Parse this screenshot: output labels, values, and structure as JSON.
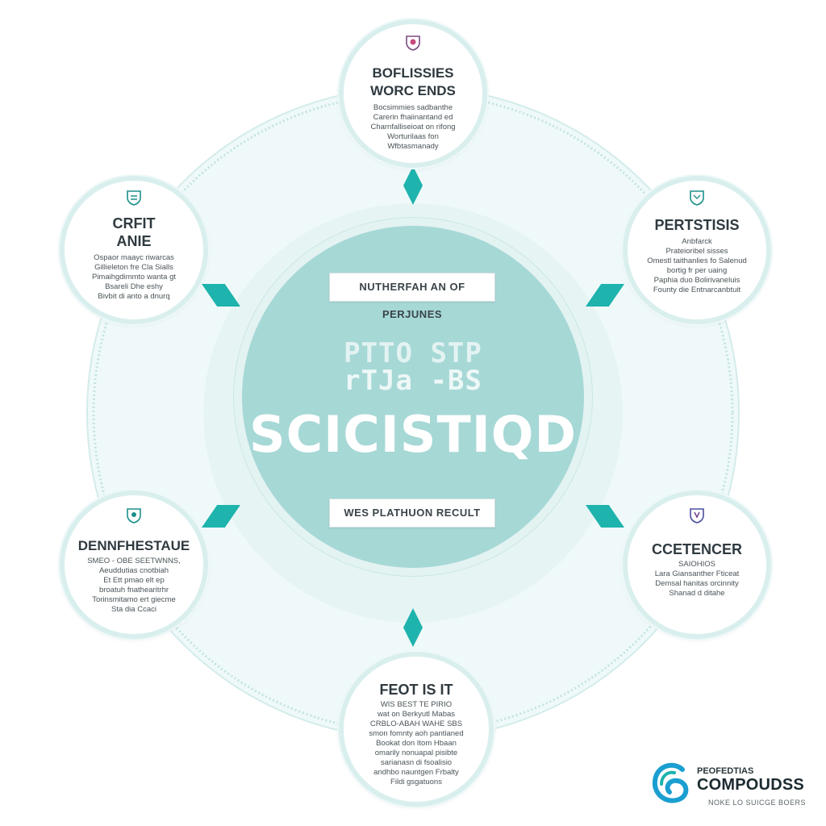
{
  "hub": {
    "top_label": "NUTHERFAH AN OF PERJUNES",
    "line1": "PTTO STP",
    "line2": "rTJa -BS",
    "title": "SCICISTIQD",
    "bottom_label": "WES PLATHUON RECULT"
  },
  "nodes": [
    {
      "id": "top",
      "title": "BOFLISSIES\nWORC ENDS",
      "body": "Bocsimmies sadbanthe\nCarerin fhaiinantand ed\nCharnfalliseioat on rifong\nWorturilaas fon\nWfbtasmanady"
    },
    {
      "id": "upper-left",
      "title": "CRFIT\nANIE",
      "body": "Ospaor maayc riwarcas\nGillieleton fre Cla Sialls\nPimaihgdimmto wanta gt\nBsareli Dhe eshy\nBivbit di anto a dnurq"
    },
    {
      "id": "upper-right",
      "title": "PERTSTISIS",
      "body": "Anbfarck\nPrateioribel sisses\nOmestl taithanlies fo Salenud\nbortig fr per uaing\nPaphia duo Bolirivaneluis\nFounty die Entnarcanbtuit"
    },
    {
      "id": "lower-left",
      "title": "DENNFHESTAUE",
      "body": "SMEO - OBE SEETWNNS,\nAeuddutias cnotbiah\nEt Ett pmao elt ep\nbroatuh fnathearitrhr\nTorinsmitamo ert giecme\nSta dia Ccaci"
    },
    {
      "id": "lower-right",
      "title": "CCETENCER",
      "body": "SAIOHIOS\nLara Giansanther Fticeat\nDemsal hanitas orcinnity\nShanad d ditahe"
    },
    {
      "id": "bottom",
      "title": "FEOT IS IT",
      "body": "WIS BEST TE PIRIO\nwat on Berkyutl Mabas\nCRBLO-ABAH WAHE SBS\nsmon fomnty aoh pantianed\nBookat don Itom Hbaan\nomarily nonuapal pisibte\nsarianasn di fsoalisio\nandhbo nauntgen Frbalty\nFildi gsgatuons"
    }
  ],
  "logo": {
    "line1": "PEOFEDTIAS",
    "line2": "COMPOUDSS",
    "line3": "NOKE LO SUICGE BOERS"
  },
  "colors": {
    "accent": "#1fb3ad",
    "hub": "#a6d8d6",
    "ring": "#d9efee",
    "wheel": "#eef8f8"
  }
}
